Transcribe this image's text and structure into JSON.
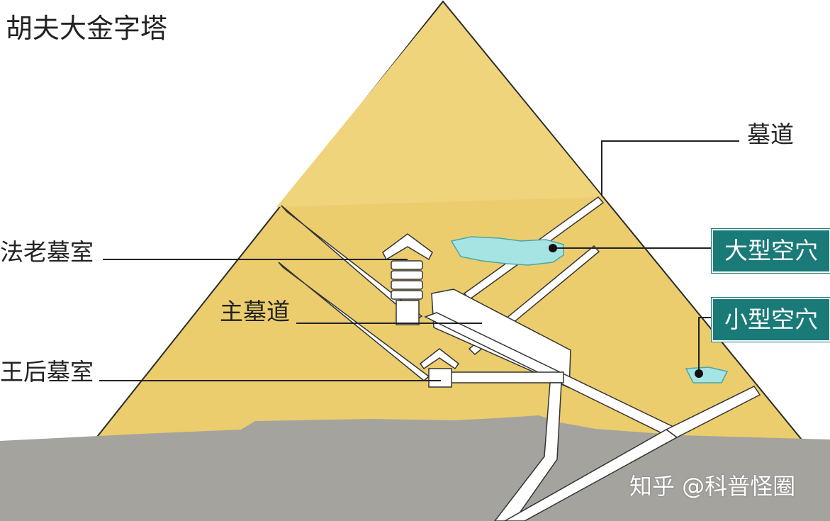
{
  "title": "胡夫大金字塔",
  "labels": {
    "tomb_passage": "墓道",
    "pharaoh_chamber": "法老墓室",
    "main_passage": "主墓道",
    "queen_chamber": "王后墓室",
    "large_void": "大型空穴",
    "small_void": "小型空穴"
  },
  "watermark": "知乎 @科普怪圈",
  "colors": {
    "pyramid_fill": "#ebcd6e",
    "ground": "#a4a39e",
    "void_fill": "#a6e4e4",
    "label_box": "#1a7a78"
  }
}
